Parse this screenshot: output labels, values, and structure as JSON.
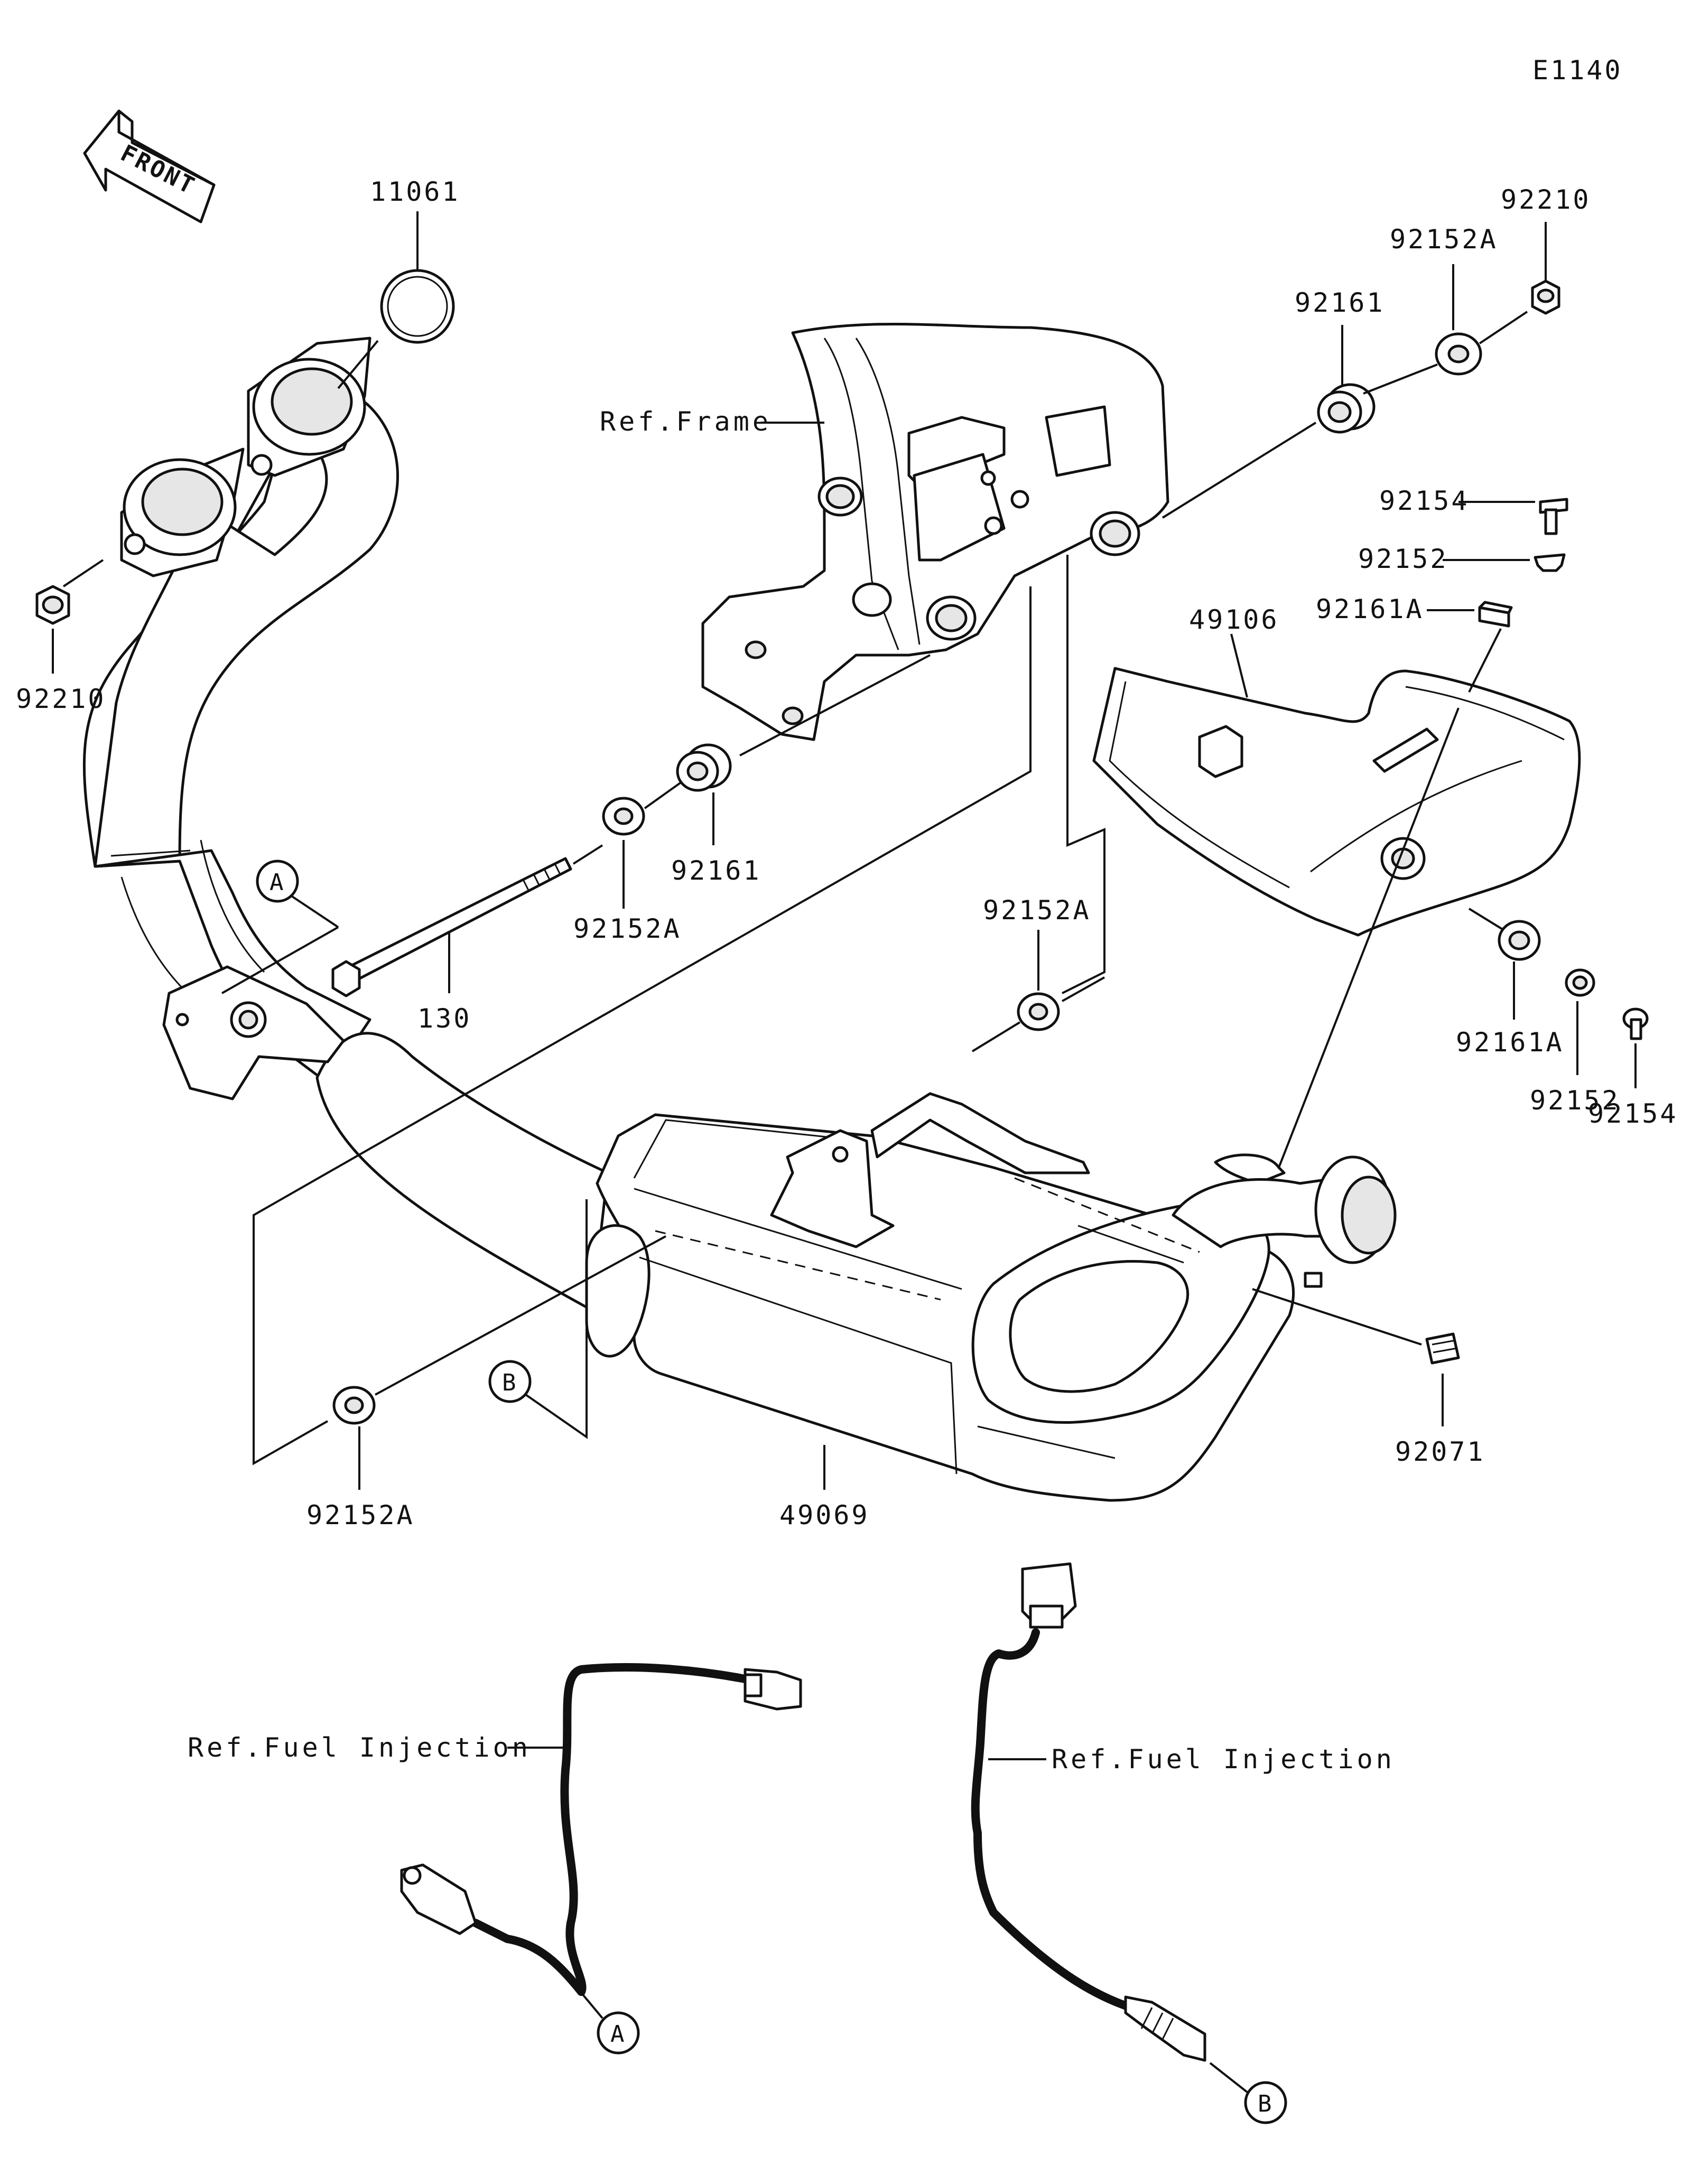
{
  "diagram_code": "E1140",
  "front_label": "FRONT",
  "labels": {
    "p11061": "11061",
    "p92210_left": "92210",
    "p92210_right": "92210",
    "p92152A_top": "92152A",
    "p92161_top": "92161",
    "p92154_top": "92154",
    "p92152_top": "92152",
    "p92161A_top": "92161A",
    "p49106": "49106",
    "ref_frame": "Ref.Frame",
    "p92161_mid": "92161",
    "p92152A_mid": "92152A",
    "p130": "130",
    "p92152A_center": "92152A",
    "p92161A_bottom": "92161A",
    "p92152_bottom": "92152",
    "p92154_bottom": "92154",
    "p92071": "92071",
    "p92152A_bottom": "92152A",
    "p49069": "49069",
    "ref_fuel_left": "Ref.Fuel Injection",
    "ref_fuel_right": "Ref.Fuel Injection"
  },
  "callouts": {
    "a_top": "A",
    "b_mid": "B",
    "a_bottom": "A",
    "b_bottom": "B"
  }
}
